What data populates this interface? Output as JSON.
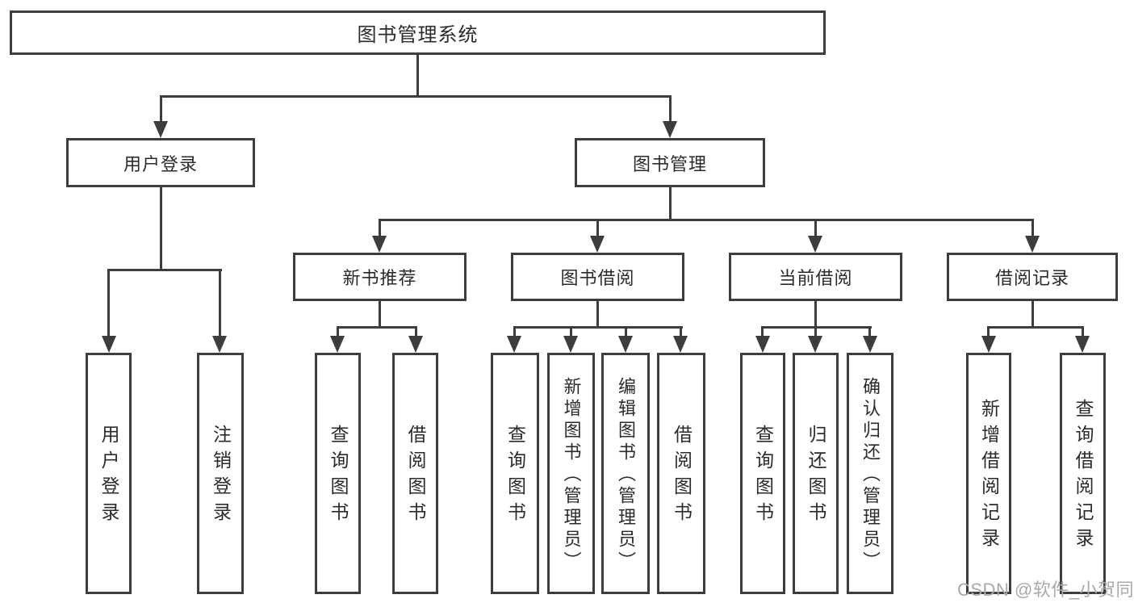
{
  "tree": {
    "root": {
      "label": "图书管理系统",
      "children": [
        {
          "label": "用户登录",
          "children": [
            {
              "label": "用户登录"
            },
            {
              "label": "注销登录"
            }
          ]
        },
        {
          "label": "图书管理",
          "children": [
            {
              "label": "新书推荐",
              "children": [
                {
                  "label": "查询图书"
                },
                {
                  "label": "借阅图书"
                }
              ]
            },
            {
              "label": "图书借阅",
              "children": [
                {
                  "label": "查询图书"
                },
                {
                  "label": "新增图书（管理员）"
                },
                {
                  "label": "编辑图书（管理员）"
                },
                {
                  "label": "借阅图书"
                }
              ]
            },
            {
              "label": "当前借阅",
              "children": [
                {
                  "label": "查询图书"
                },
                {
                  "label": "归还图书"
                },
                {
                  "label": "确认归还（管理员）"
                }
              ]
            },
            {
              "label": "借阅记录",
              "children": [
                {
                  "label": "新增借阅记录"
                },
                {
                  "label": "查询借阅记录"
                }
              ]
            }
          ]
        }
      ]
    }
  },
  "watermark": {
    "text": "CSDN @软件_小贺同学"
  },
  "colors": {
    "line": "#3d3d3d",
    "text": "#2b2b2b",
    "box_background": "#ffffff",
    "page_background": "#ffffff",
    "watermark": "#a6aaad"
  }
}
